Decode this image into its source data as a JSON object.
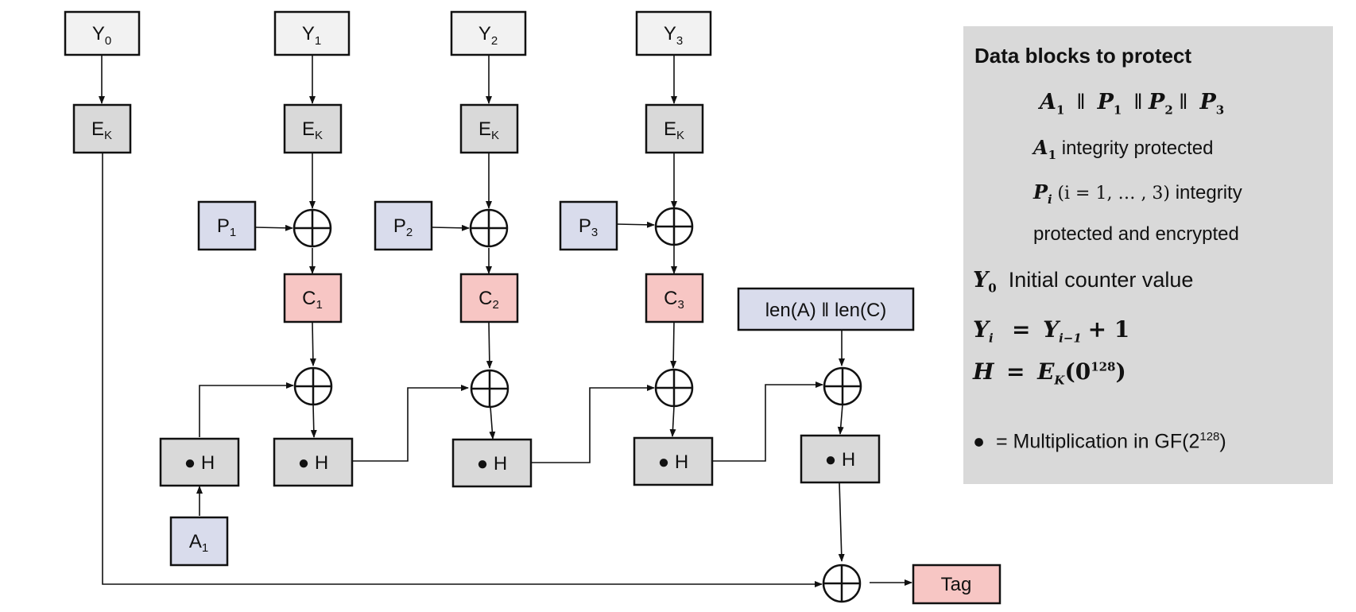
{
  "boxes": {
    "y0": {
      "main": "Y",
      "sub": "0"
    },
    "y1": {
      "main": "Y",
      "sub": "1"
    },
    "y2": {
      "main": "Y",
      "sub": "2"
    },
    "y3": {
      "main": "Y",
      "sub": "3"
    },
    "ek": {
      "main": "E",
      "sub": "K"
    },
    "p1": {
      "main": "P",
      "sub": "1"
    },
    "p2": {
      "main": "P",
      "sub": "2"
    },
    "p3": {
      "main": "P",
      "sub": "3"
    },
    "c1": {
      "main": "C",
      "sub": "1"
    },
    "c2": {
      "main": "C",
      "sub": "2"
    },
    "c3": {
      "main": "C",
      "sub": "3"
    },
    "a1": {
      "main": "A",
      "sub": "1"
    },
    "mult_h": "● H",
    "len": "len(A) ǁ len(C)",
    "tag": "Tag"
  },
  "legend": {
    "title": "Data blocks to protect",
    "blocks_a": "A",
    "blocks_a_sub": "1",
    "blocks_sep": "ǁ",
    "blocks_p": "P",
    "blocks_p1_sub": "1",
    "blocks_p2_sub": "2",
    "blocks_p3_sub": "3",
    "a1_text": "integrity protected",
    "pi_main": "P",
    "pi_sub": "i",
    "pi_range": "(i = 1, … , 3)",
    "pi_text": "integrity",
    "pi_text2": "protected and encrypted",
    "y0_main": "Y",
    "y0_sub": "0",
    "y0_text": "Initial counter value",
    "yi_lhs": "Y",
    "yi_lhs_sub": "i",
    "yi_eq": "=",
    "yi_rhs": "Y",
    "yi_rhs_sub": "i−1",
    "yi_plus": "+ 1",
    "h_lhs": "H",
    "h_eq": "=",
    "h_rhs": "E",
    "h_rhs_sub": "K",
    "h_arg": "(0",
    "h_arg_sup": "128",
    "h_close": ")",
    "mult_sym": "●",
    "mult_text": "= Multiplication in GF(2",
    "mult_sup": "128",
    "mult_close": ")"
  },
  "colors": {
    "gray": "#d9d9d9",
    "light": "#f2f2f2",
    "blue": "#d9dcec",
    "red": "#f7c6c4"
  }
}
